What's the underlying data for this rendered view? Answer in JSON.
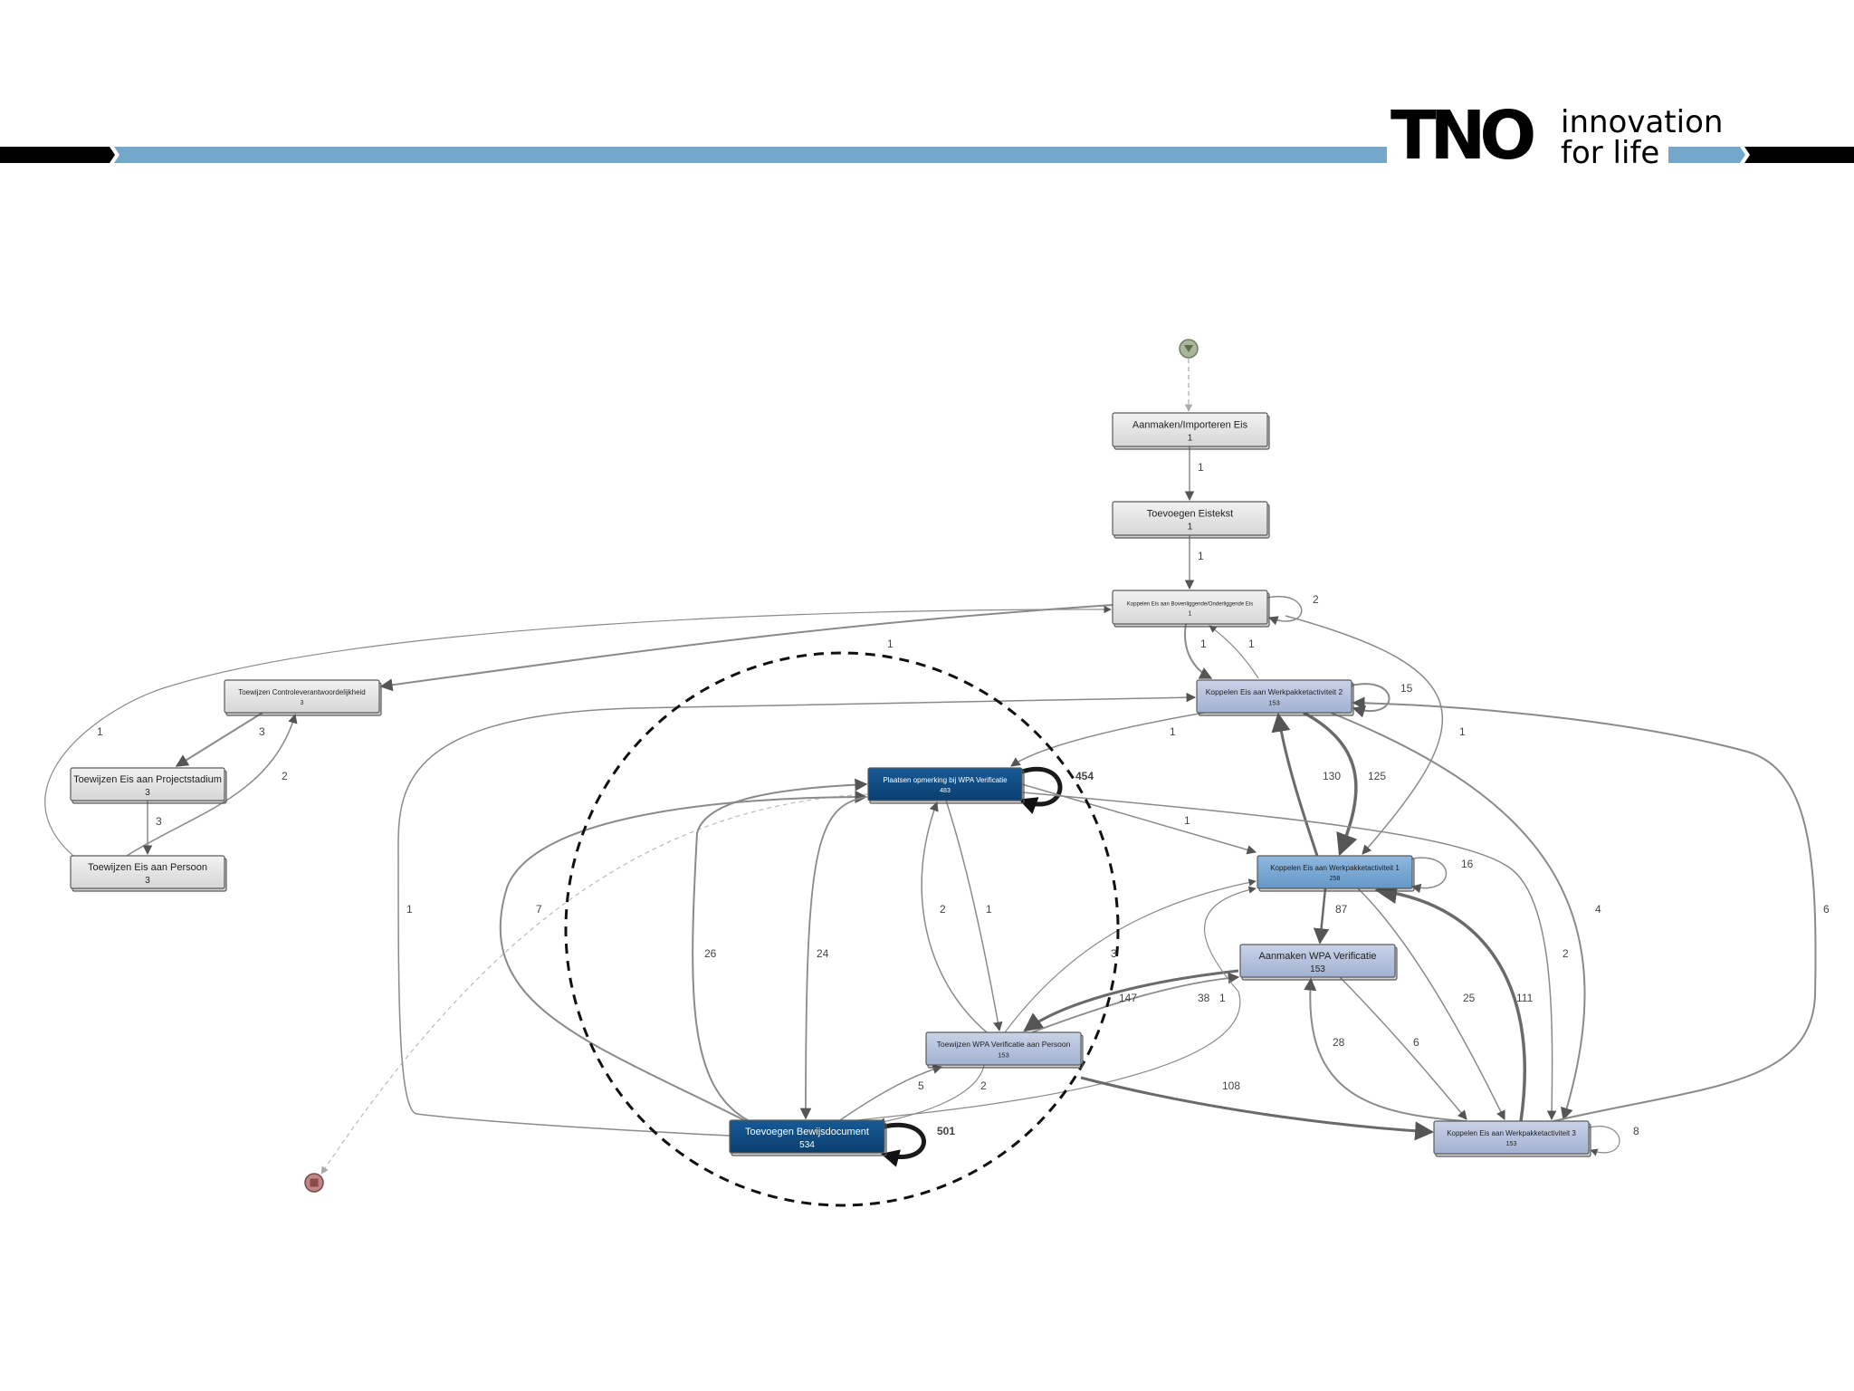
{
  "brand": {
    "mark": "TNO",
    "tagline_line1": "innovation",
    "tagline_line2": "for life",
    "colors": {
      "bar_blue": "#74a7cc",
      "bar_black": "#000000"
    }
  },
  "diagram": {
    "colors": {
      "gray": "#e4e4e4",
      "light_blue": "#b6c3dd",
      "mid_blue": "#78a6d2",
      "dark_blue": "#0e4c84",
      "start_marker": "#9bab8a",
      "end_marker": "#b06a6a"
    },
    "nodes": [
      {
        "id": "n1",
        "label": "Aanmaken/Importeren Eis",
        "count": "1",
        "style": "gray"
      },
      {
        "id": "n2",
        "label": "Toevoegen Eistekst",
        "count": "1",
        "style": "gray"
      },
      {
        "id": "n3",
        "label": "Koppelen Eis aan Bovenliggende/Onderliggende Eis",
        "count": "1",
        "style": "gray"
      },
      {
        "id": "n4",
        "label": "Toewijzen Controleverantwoordelijkheid",
        "count": "3",
        "style": "gray"
      },
      {
        "id": "n5",
        "label": "Toewijzen Eis aan Projectstadium",
        "count": "3",
        "style": "gray"
      },
      {
        "id": "n6",
        "label": "Toewijzen Eis aan Persoon",
        "count": "3",
        "style": "gray"
      },
      {
        "id": "n7",
        "label": "Koppelen Eis aan Werkpakketactiviteit 2",
        "count": "153",
        "style": "light_blue"
      },
      {
        "id": "n8",
        "label": "Plaatsen opmerking bij WPA Verificatie",
        "count": "483",
        "style": "dark_blue"
      },
      {
        "id": "n9",
        "label": "Koppelen Eis aan Werkpakketactiviteit 1",
        "count": "258",
        "style": "mid_blue"
      },
      {
        "id": "n10",
        "label": "Aanmaken WPA Verificatie",
        "count": "153",
        "style": "light_blue"
      },
      {
        "id": "n11",
        "label": "Toewijzen WPA Verificatie aan Persoon",
        "count": "153",
        "style": "light_blue"
      },
      {
        "id": "n12",
        "label": "Toevoegen Bewijsdocument",
        "count": "534",
        "style": "dark_blue"
      },
      {
        "id": "n13",
        "label": "Koppelen Eis aan Werkpakketactiviteit 3",
        "count": "153",
        "style": "light_blue"
      }
    ],
    "edge_labels": [
      {
        "from": "n1",
        "to": "n2",
        "label": "1"
      },
      {
        "from": "n2",
        "to": "n3",
        "label": "1"
      },
      {
        "from": "n3",
        "to": "n3",
        "label": "2"
      },
      {
        "from": "n3",
        "to": "n4",
        "label": "1"
      },
      {
        "from": "n3",
        "to": "n7",
        "label": "1"
      },
      {
        "from": "n7",
        "to": "n3",
        "label": "1"
      },
      {
        "from": "n6",
        "to": "n3",
        "label": "1"
      },
      {
        "from": "n4",
        "to": "n5",
        "label": "3"
      },
      {
        "from": "n6",
        "to": "n4",
        "label": "2"
      },
      {
        "from": "n5",
        "to": "n6",
        "label": "3"
      },
      {
        "from": "n7",
        "to": "n7",
        "label": "15"
      },
      {
        "from": "n7",
        "to": "n8",
        "label": "1"
      },
      {
        "from": "n3",
        "to": "n9",
        "label": "1"
      },
      {
        "from": "n8",
        "to": "n8",
        "label": "454"
      },
      {
        "from": "n9",
        "to": "n7",
        "label": "130"
      },
      {
        "from": "n7",
        "to": "n9",
        "label": "125"
      },
      {
        "from": "n8",
        "to": "n9",
        "label": "1"
      },
      {
        "from": "n9",
        "to": "n9",
        "label": "16"
      },
      {
        "from": "n12",
        "to": "n7",
        "label": "1"
      },
      {
        "from": "n12",
        "to": "n8",
        "label": "7"
      },
      {
        "from": "n11",
        "to": "n8",
        "label": "2"
      },
      {
        "from": "n8",
        "to": "n11",
        "label": "1"
      },
      {
        "from": "n9",
        "to": "n10",
        "label": "87"
      },
      {
        "from": "n7",
        "to": "n13",
        "label": "4"
      },
      {
        "from": "n13",
        "to": "n7",
        "label": "6"
      },
      {
        "from": "n12",
        "to": "n8",
        "label": "26"
      },
      {
        "from": "n8",
        "to": "n12",
        "label": "24"
      },
      {
        "from": "n11",
        "to": "n9",
        "label": "3"
      },
      {
        "from": "n8",
        "to": "n13",
        "label": "2"
      },
      {
        "from": "n10",
        "to": "n11",
        "label": "147"
      },
      {
        "from": "n11",
        "to": "n10",
        "label": "38"
      },
      {
        "from": "n12",
        "to": "n10",
        "label": "1"
      },
      {
        "from": "n9",
        "to": "n13",
        "label": "25"
      },
      {
        "from": "n13",
        "to": "n9",
        "label": "111"
      },
      {
        "from": "n13",
        "to": "n10",
        "label": "28"
      },
      {
        "from": "n10",
        "to": "n13",
        "label": "6"
      },
      {
        "from": "n12",
        "to": "n11",
        "label": "5"
      },
      {
        "from": "n11",
        "to": "n12",
        "label": "2"
      },
      {
        "from": "n11",
        "to": "n13",
        "label": "108"
      },
      {
        "from": "n12",
        "to": "n12",
        "label": "501"
      },
      {
        "from": "n13",
        "to": "n13",
        "label": "8"
      }
    ]
  }
}
